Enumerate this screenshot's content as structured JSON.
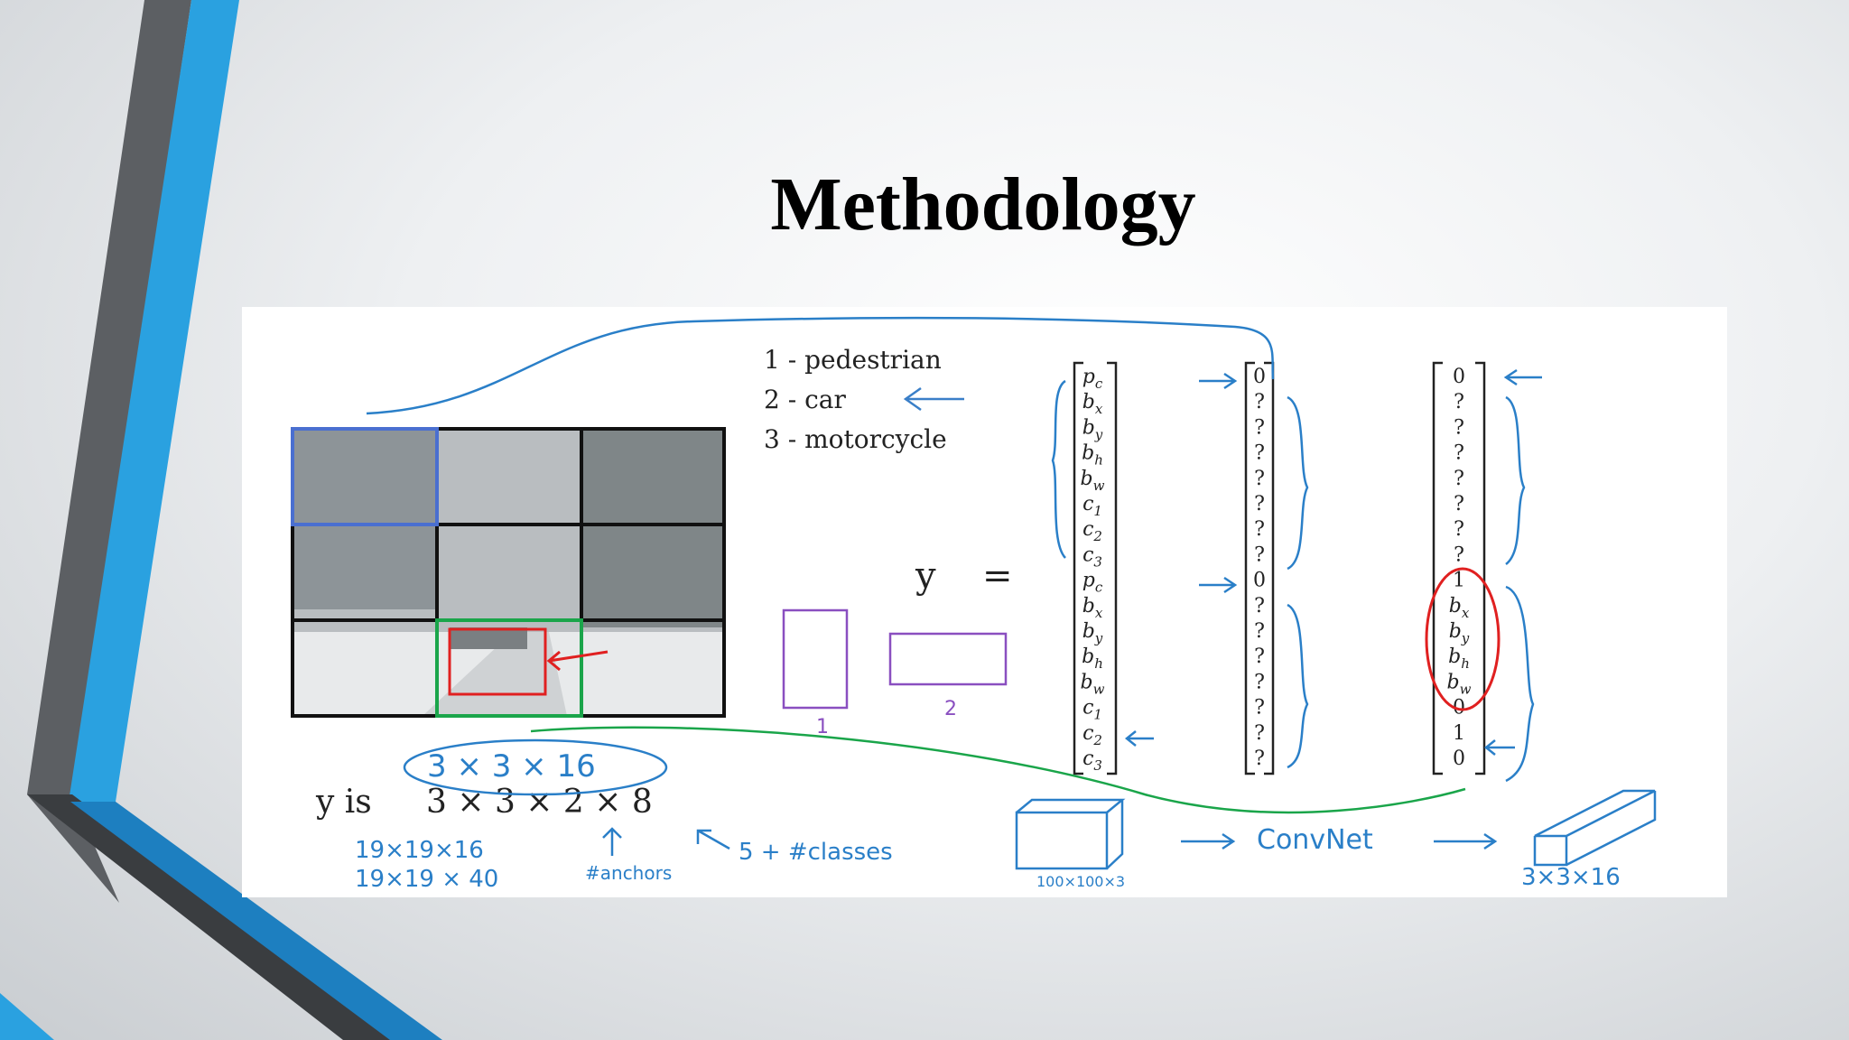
{
  "slide": {
    "title": "Methodology"
  },
  "figure": {
    "classes": [
      "1 - pedestrian",
      "2 - car",
      "3 - motorcycle"
    ],
    "y_label": "y",
    "equals": "=",
    "vector_labels": [
      {
        "base": "p",
        "sub": "c"
      },
      {
        "base": "b",
        "sub": "x"
      },
      {
        "base": "b",
        "sub": "y"
      },
      {
        "base": "b",
        "sub": "h"
      },
      {
        "base": "b",
        "sub": "w"
      },
      {
        "base": "c",
        "sub": "1"
      },
      {
        "base": "c",
        "sub": "2"
      },
      {
        "base": "c",
        "sub": "3"
      },
      {
        "base": "p",
        "sub": "c"
      },
      {
        "base": "b",
        "sub": "x"
      },
      {
        "base": "b",
        "sub": "y"
      },
      {
        "base": "b",
        "sub": "h"
      },
      {
        "base": "b",
        "sub": "w"
      },
      {
        "base": "c",
        "sub": "1"
      },
      {
        "base": "c",
        "sub": "2"
      },
      {
        "base": "c",
        "sub": "3"
      }
    ],
    "vector_mid": [
      "0",
      "?",
      "?",
      "?",
      "?",
      "?",
      "?",
      "?",
      "0",
      "?",
      "?",
      "?",
      "?",
      "?",
      "?",
      "?"
    ],
    "vector_right": [
      {
        "base": "0"
      },
      {
        "base": "?"
      },
      {
        "base": "?"
      },
      {
        "base": "?"
      },
      {
        "base": "?"
      },
      {
        "base": "?"
      },
      {
        "base": "?"
      },
      {
        "base": "?"
      },
      {
        "base": "1"
      },
      {
        "base": "b",
        "sub": "x"
      },
      {
        "base": "b",
        "sub": "y"
      },
      {
        "base": "b",
        "sub": "h"
      },
      {
        "base": "b",
        "sub": "w"
      },
      {
        "base": "0"
      },
      {
        "base": "1"
      },
      {
        "base": "0"
      }
    ],
    "y_shape": {
      "lead": "y  is",
      "dims": "3 × 3 × 2 × 8"
    },
    "annotations": {
      "shape_circled": "3 × 3 × 16",
      "grid_a": "19×19×16",
      "grid_b": "19×19 × 40",
      "anchors": "#anchors",
      "classes": "5 + #classes",
      "anchor_box_1": "1",
      "anchor_box_2": "2",
      "input_size": "100×100×3",
      "convnet": "ConvNet",
      "output_size": "3×3×16"
    }
  }
}
